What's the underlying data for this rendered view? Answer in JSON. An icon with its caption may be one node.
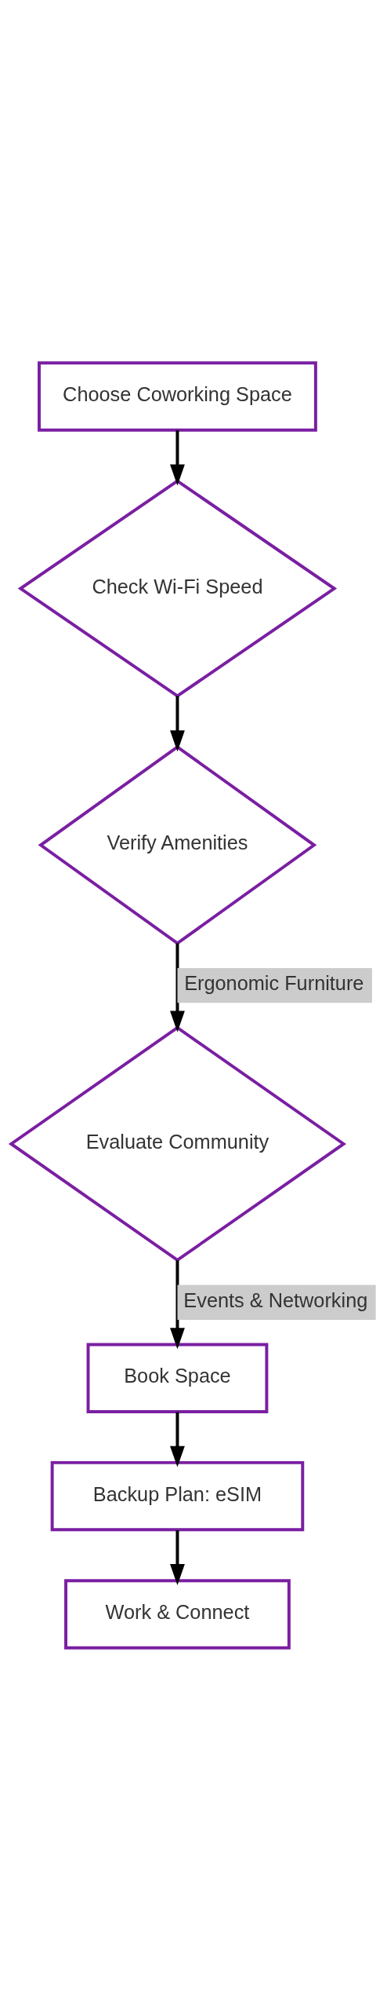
{
  "diagram": {
    "nodes": [
      {
        "text": [
          "Choose Coworking Space"
        ]
      },
      {
        "text": [
          "Check Wi-Fi Speed"
        ]
      },
      {
        "text": [
          "Verify Amenities"
        ]
      },
      {
        "text": [
          "Evaluate Community"
        ]
      },
      {
        "text": [
          "Book Space"
        ]
      },
      {
        "text": [
          "Backup Plan: eSIM"
        ]
      },
      {
        "text": [
          "Work & Connect"
        ]
      }
    ],
    "edges": [
      {
        "from": 0,
        "to": 1,
        "arrow": "to"
      },
      {
        "from": 1,
        "to": 2,
        "arrow": "to"
      },
      {
        "from": 2,
        "to": 3,
        "arrow": "to",
        "label": "Ergonomic Furniture"
      },
      {
        "from": 3,
        "to": 4,
        "arrow": "to",
        "label": "Events & Networking"
      },
      {
        "from": 4,
        "to": 5,
        "arrow": "to"
      },
      {
        "from": 5,
        "to": 6,
        "arrow": "to"
      }
    ]
  }
}
